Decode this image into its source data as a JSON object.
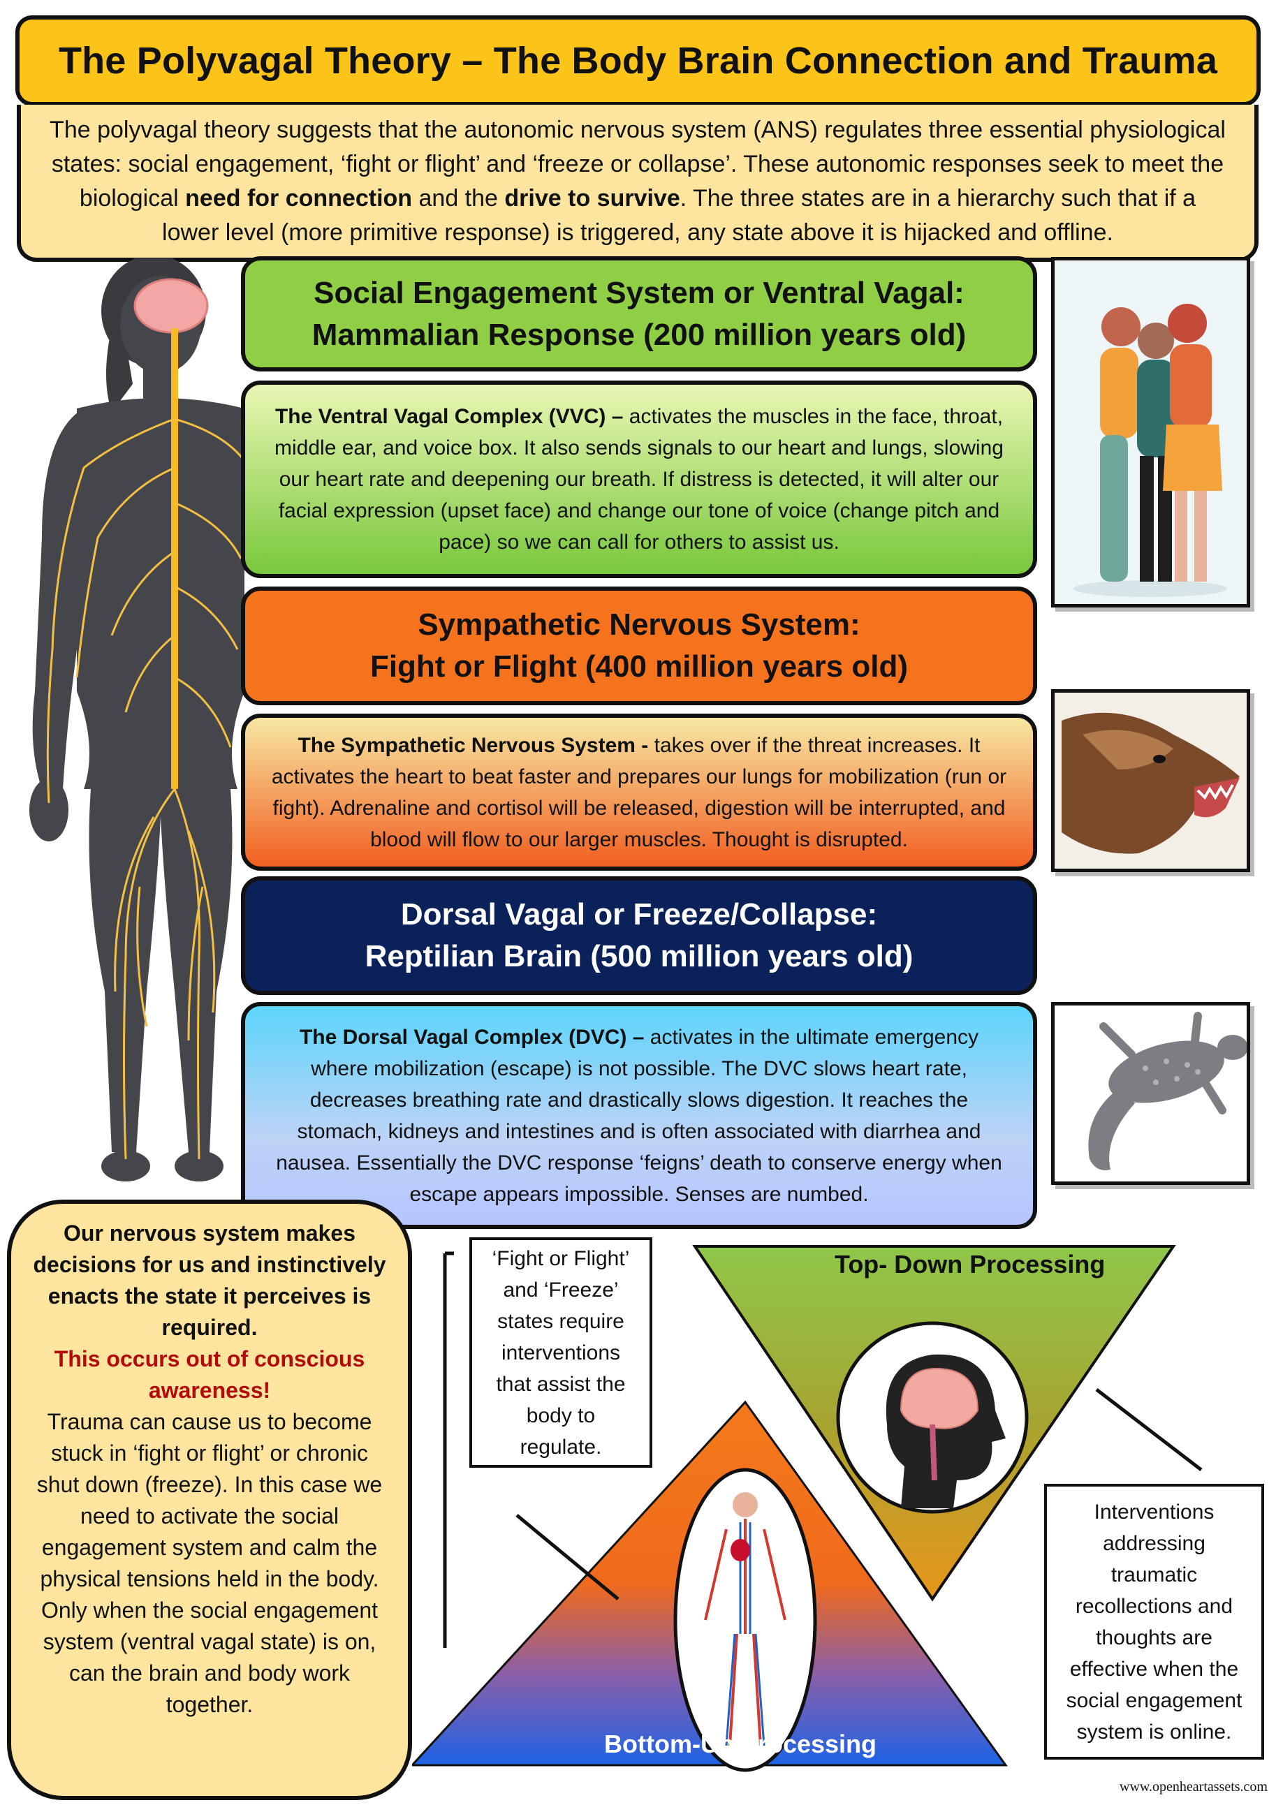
{
  "title": "The Polyvagal Theory – The Body Brain Connection and Trauma",
  "intro": {
    "t1": "The polyvagal theory suggests that the autonomic nervous system (ANS) regulates three essential physiological states: social engagement, ‘fight or flight’ and ‘freeze or collapse’. These autonomic responses seek to meet the biological ",
    "b1": "need for connection",
    "t2": " and the ",
    "b2": "drive to survive",
    "t3": ". The three states are in a hierarchy such that if a lower level (more primitive response) is triggered, any state above it is hijacked and offline."
  },
  "social": {
    "header_l1": "Social Engagement System or Ventral Vagal:",
    "header_l2": "Mammalian Response (200 million years old)",
    "body_bold": "The Ventral Vagal Complex (VVC) –",
    "body_text": " activates the muscles in the face, throat, middle ear, and voice box. It also sends signals to our heart and lungs, slowing our heart rate and deepening our breath. If distress is detected, it will alter our facial expression (upset face) and change our tone of voice (change pitch and pace) so we can call for others to assist us."
  },
  "sympathetic": {
    "header_l1": "Sympathetic Nervous System:",
    "header_l2": "Fight or Flight (400 million years old)",
    "body_bold": "The Sympathetic Nervous System -",
    "body_text": " takes over if the threat increases. It activates the heart to beat faster and prepares our lungs for mobilization (run or fight). Adrenaline and cortisol will be released, digestion will be interrupted, and blood will flow to our larger muscles. Thought is disrupted."
  },
  "dorsal": {
    "header_l1": "Dorsal Vagal or Freeze/Collapse:",
    "header_l2": "Reptilian Brain (500 million years old)",
    "body_bold": "The Dorsal Vagal Complex (DVC) –",
    "body_text": " activates in the ultimate emergency where mobilization (escape) is not possible. The DVC slows heart rate, decreases breathing rate and drastically slows digestion. It reaches the stomach, kidneys and intestines and is often associated with diarrhea and nausea. Essentially the DVC response ‘feigns’ death to conserve energy when escape appears impossible. Senses are numbed."
  },
  "left_box": {
    "bold": "Our nervous system makes decisions for us and instinctively enacts the state it perceives is required.",
    "red": "This occurs out of conscious awareness!",
    "plain": "Trauma can cause us to become stuck in ‘fight or flight’ or chronic shut down (freeze). In this case we need to activate the social engagement system and calm the physical tensions held in the body. Only when the social engagement system (ventral vagal state) is on, can the brain and body work together."
  },
  "note_left": "‘Fight or Flight’ and ‘Freeze’ states require interventions that assist the body to regulate.",
  "note_right": "Interventions addressing traumatic recollections and thoughts are effective when the social engagement system is online.",
  "top_down_label": "Top- Down Processing",
  "bottom_up_label": "Bottom-Up Processing",
  "footer": "www.openheartassets.com",
  "icons": [
    "nervous-system-body-figure",
    "hugging-people-photo",
    "wolf-photo",
    "gecko-photo",
    "brain-head-icon",
    "circulatory-body-icon"
  ],
  "colors": {
    "title": "#fcc419",
    "intro": "#fde49f",
    "ventral": "#8fce45",
    "sympathetic": "#f6731e",
    "dorsal": "#0a2259",
    "dorsal_body": "#5cd5fb",
    "alert_red": "#b30b0b"
  }
}
